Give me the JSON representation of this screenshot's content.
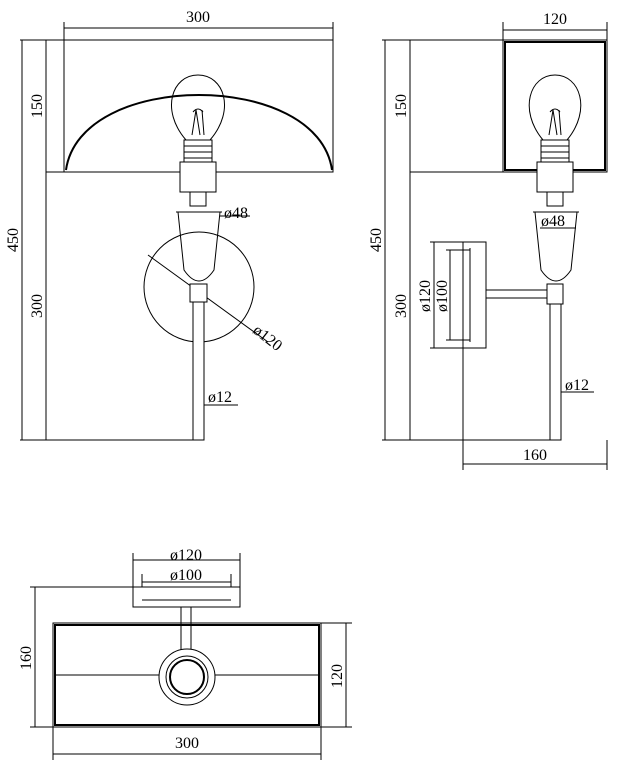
{
  "front_view": {
    "width_label": "300",
    "shade_height_label": "150",
    "total_height_label": "450",
    "lower_height_label": "300",
    "holder_diameter_label": "ø48",
    "base_diameter_label": "ø120",
    "rod_diameter_label": "ø12"
  },
  "side_view": {
    "width_label": "120",
    "shade_height_label": "150",
    "total_height_label": "450",
    "lower_height_label": "300",
    "holder_diameter_label": "ø48",
    "base_outer_label": "ø120",
    "base_inner_label": "ø100",
    "rod_diameter_label": "ø12",
    "depth_label": "160"
  },
  "top_view": {
    "base_outer_label": "ø120",
    "base_inner_label": "ø100",
    "depth_label": "160",
    "shade_depth_label": "120",
    "width_label": "300"
  }
}
